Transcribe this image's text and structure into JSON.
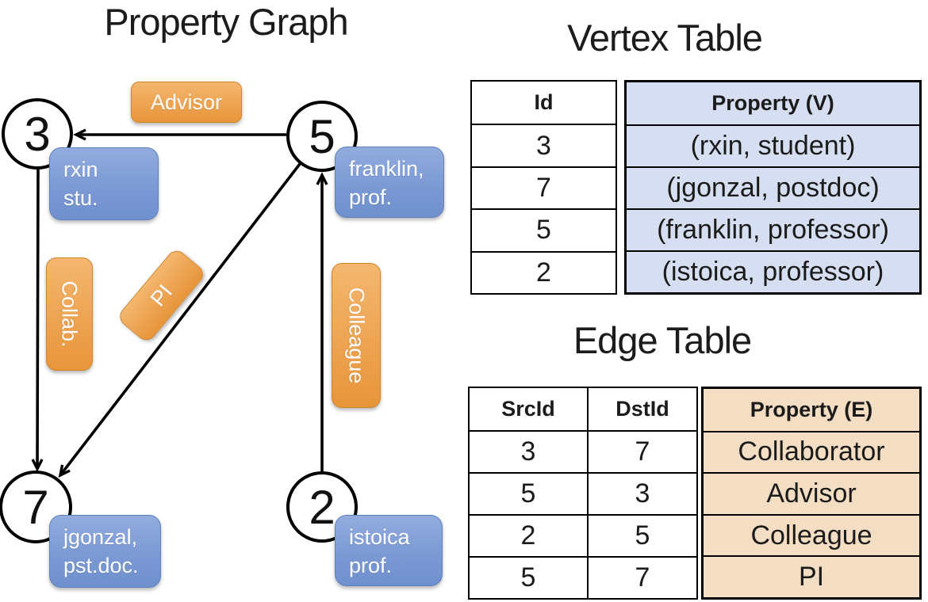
{
  "graph": {
    "title": "Property Graph",
    "vertices": [
      {
        "id": "3",
        "line1": "rxin",
        "line2": "stu."
      },
      {
        "id": "5",
        "line1": "franklin,",
        "line2": "prof."
      },
      {
        "id": "7",
        "line1": "jgonzal,",
        "line2": "pst.doc."
      },
      {
        "id": "2",
        "line1": "istoica",
        "line2": "prof."
      }
    ],
    "edges": [
      {
        "src": "5",
        "dst": "3",
        "label": "Advisor"
      },
      {
        "src": "3",
        "dst": "7",
        "label": "Collab."
      },
      {
        "src": "5",
        "dst": "7",
        "label": "PI"
      },
      {
        "src": "2",
        "dst": "5",
        "label": "Colleague"
      }
    ]
  },
  "vertex_table": {
    "title": "Vertex Table",
    "columns": {
      "id": "Id",
      "property": "Property (V)"
    },
    "rows": [
      {
        "id": "3",
        "property": "(rxin, student)"
      },
      {
        "id": "7",
        "property": "(jgonzal, postdoc)"
      },
      {
        "id": "5",
        "property": "(franklin, professor)"
      },
      {
        "id": "2",
        "property": "(istoica, professor)"
      }
    ]
  },
  "edge_table": {
    "title": "Edge Table",
    "columns": {
      "src": "SrcId",
      "dst": "DstId",
      "property": "Property (E)"
    },
    "rows": [
      {
        "src": "3",
        "dst": "7",
        "property": "Collaborator"
      },
      {
        "src": "5",
        "dst": "3",
        "property": "Advisor"
      },
      {
        "src": "2",
        "dst": "5",
        "property": "Colleague"
      },
      {
        "src": "5",
        "dst": "7",
        "property": "PI"
      }
    ]
  },
  "colors": {
    "edge_label_fill_top": "#F4B76F",
    "edge_label_fill_bottom": "#E8953A",
    "vertex_label_fill_top": "#93ACDE",
    "vertex_label_fill_bottom": "#6F90CE",
    "vertex_property_column_fill": "#D6DFF1",
    "edge_property_column_fill": "#F4DEC3",
    "line_color": "#000000",
    "text_on_labels": "#FFFFFF"
  }
}
